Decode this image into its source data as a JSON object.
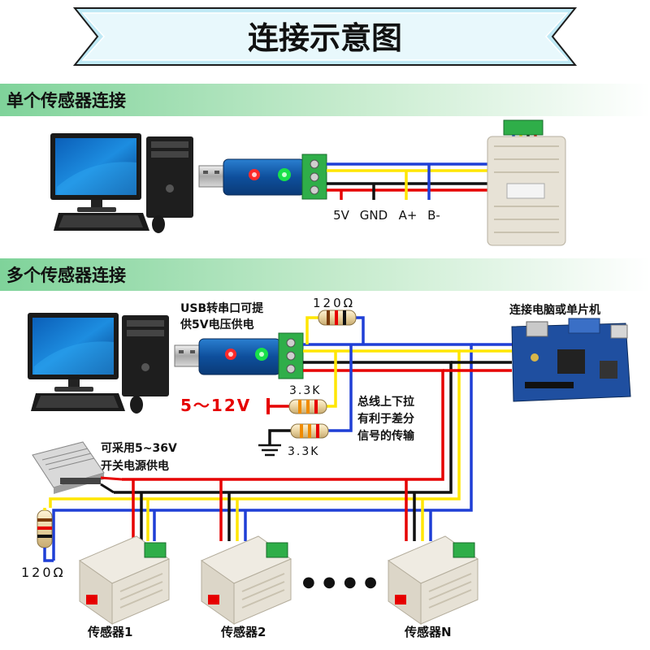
{
  "title": "连接示意图",
  "sections": {
    "single": "单个传感器连接",
    "multi": "多个传感器连接"
  },
  "single": {
    "terminals": [
      "5V",
      "GND",
      "A+",
      "B-"
    ]
  },
  "multi": {
    "usb_note_line1": "USB转串口可提",
    "usb_note_line2": "供5V电压供电",
    "resistor_top": "120Ω",
    "resistor_pullup": "3.3K",
    "resistor_pulldown": "3.3K",
    "voltage": "5～12V",
    "bus_note_line1": "总线上下拉",
    "bus_note_line2": "有利于差分",
    "bus_note_line3": "信号的传输",
    "pc_mcu": "连接电脑或单片机",
    "psu_line1": "可采用5~36V",
    "psu_line2": "开关电源供电",
    "resistor_bottom": "120Ω",
    "ellipsis": "● ● ● ●",
    "sensors": [
      "传感器1",
      "传感器2",
      "传感器N"
    ]
  },
  "colors": {
    "red": "#e60000",
    "black": "#111111",
    "yellow": "#ffe600",
    "blue": "#1f3fd6",
    "voltage_text": "#e60000",
    "banner_border": "#1d1d1d",
    "section_green": "#8ed9a6"
  },
  "icons": [
    "monitor-icon",
    "pc-tower-icon",
    "keyboard-icon",
    "mouse-icon",
    "usb-adapter-icon",
    "terminal-block-icon",
    "sensor-box-icon",
    "resistor-icon",
    "ground-icon",
    "power-supply-icon",
    "mcu-board-icon"
  ]
}
